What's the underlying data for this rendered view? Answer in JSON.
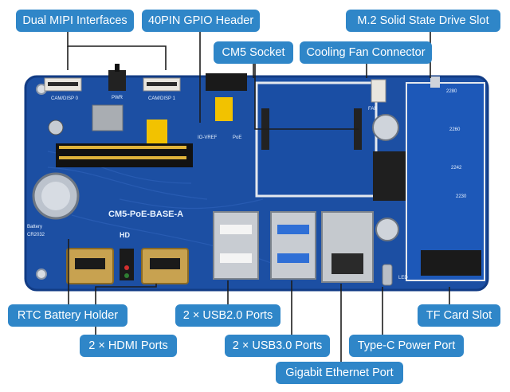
{
  "labels": {
    "dual_mipi": "Dual MIPI Interfaces",
    "gpio_header": "40PIN GPIO Header",
    "m2_slot": "M.2 Solid State Drive Slot",
    "cm5_socket": "CM5 Socket",
    "cooling_fan": "Cooling Fan Connector",
    "rtc_battery": "RTC Battery Holder",
    "usb2": "2 × USB2.0 Ports",
    "hdmi": "2 × HDMI Ports",
    "usb3": "2 × USB3.0 Ports",
    "typec": "Type-C Power Port",
    "tf_card": "TF Card Slot",
    "ethernet": "Gigabit Ethernet Port"
  },
  "silkscreen": {
    "board_name": "CM5-PoE-BASE-A",
    "hd_mark": "HD",
    "battery": "Battery",
    "battery_model": "CR2032",
    "cam0": "CAM/DISP 0",
    "cam1": "CAM/DISP 1",
    "pwr": "PWR",
    "io_vref": "IO-VREF",
    "poe": "PoE",
    "fan": "FAN",
    "led": "LED",
    "m2_2280": "2280",
    "m2_2260": "2260",
    "m2_2242": "2242",
    "m2_2230": "2230"
  },
  "colors": {
    "label_bg": "#2f86c8",
    "pcb": "#1c4fa3",
    "pcb_dark": "#123c85"
  }
}
